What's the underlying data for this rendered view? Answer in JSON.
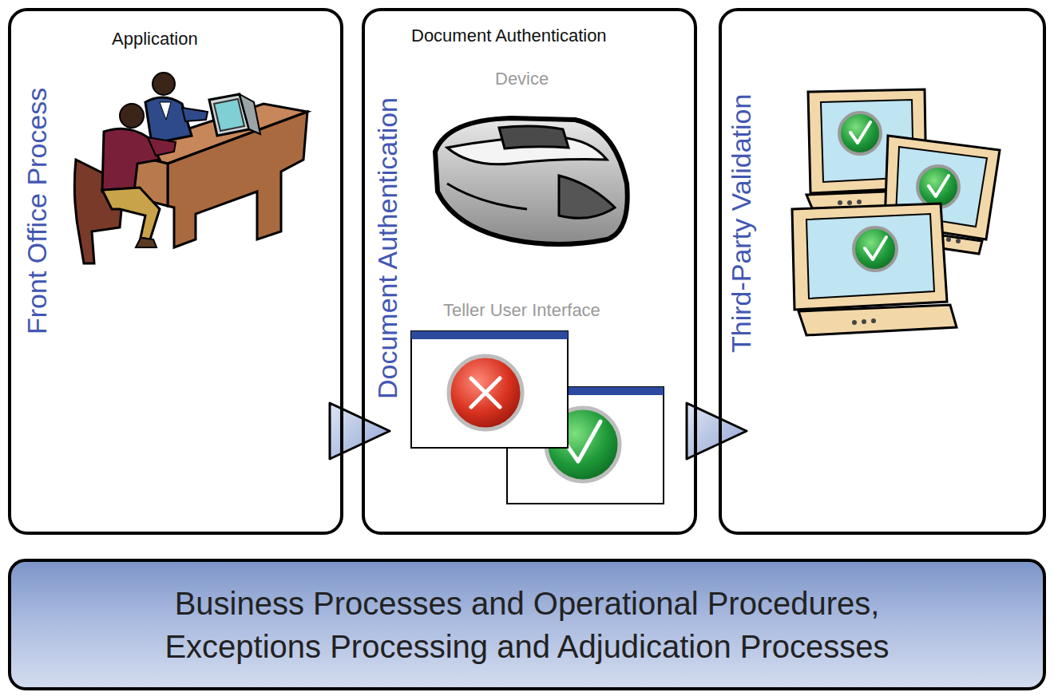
{
  "diagram": {
    "nodes": [
      {
        "text": [
          "Front Office Process",
          "Application"
        ]
      },
      {
        "text": [
          "Document Authentication",
          "Document Authentication",
          "Device",
          "Teller User Interface"
        ]
      },
      {
        "text": [
          "Third-Party Validation"
        ]
      },
      {
        "text": [
          "Business Processes and Operational Procedures, Exceptions Processing and Adjudication Processes"
        ]
      }
    ],
    "edges": [
      {
        "from": 0,
        "to": 1,
        "arrow": "to"
      },
      {
        "from": 1,
        "to": 2,
        "arrow": "to"
      }
    ]
  }
}
